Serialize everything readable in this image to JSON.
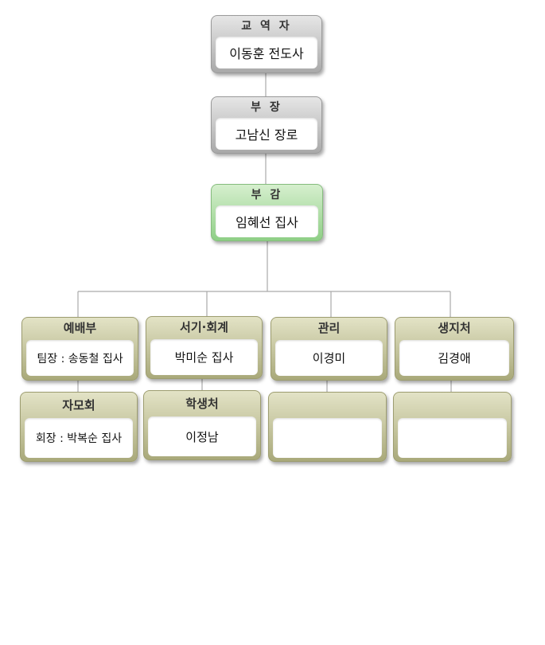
{
  "top": [
    {
      "title": "교 역 자",
      "name": "이동훈 전도사"
    },
    {
      "title": "부 장",
      "name": "고남신 장로"
    },
    {
      "title": "부 감",
      "name": "임혜선 집사"
    }
  ],
  "row1": [
    {
      "title": "예배부",
      "name": "팀장 : 송동철 집사"
    },
    {
      "title": "서기·회계",
      "name": "박미순 집사"
    },
    {
      "title": "관리",
      "name": "이경미"
    },
    {
      "title": "생지처",
      "name": "김경애"
    }
  ],
  "row2": [
    {
      "title": "자모회",
      "name": "회장 : 박복순 집사"
    },
    {
      "title": "학생처",
      "name": "이정남"
    },
    {
      "title": "",
      "name": ""
    },
    {
      "title": "",
      "name": ""
    }
  ]
}
